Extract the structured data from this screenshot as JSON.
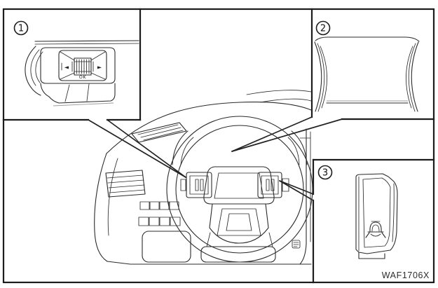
{
  "figure": {
    "code": "WAF1706X",
    "background_color": "#ffffff",
    "line_color": "#2b2b2b"
  },
  "callouts": {
    "one": {
      "number": "1"
    },
    "two": {
      "number": "2"
    },
    "three": {
      "number": "3"
    }
  },
  "steering_switch_detail": {
    "ok_label": "OK",
    "left_arrow": "◄",
    "right_arrow": "►"
  }
}
